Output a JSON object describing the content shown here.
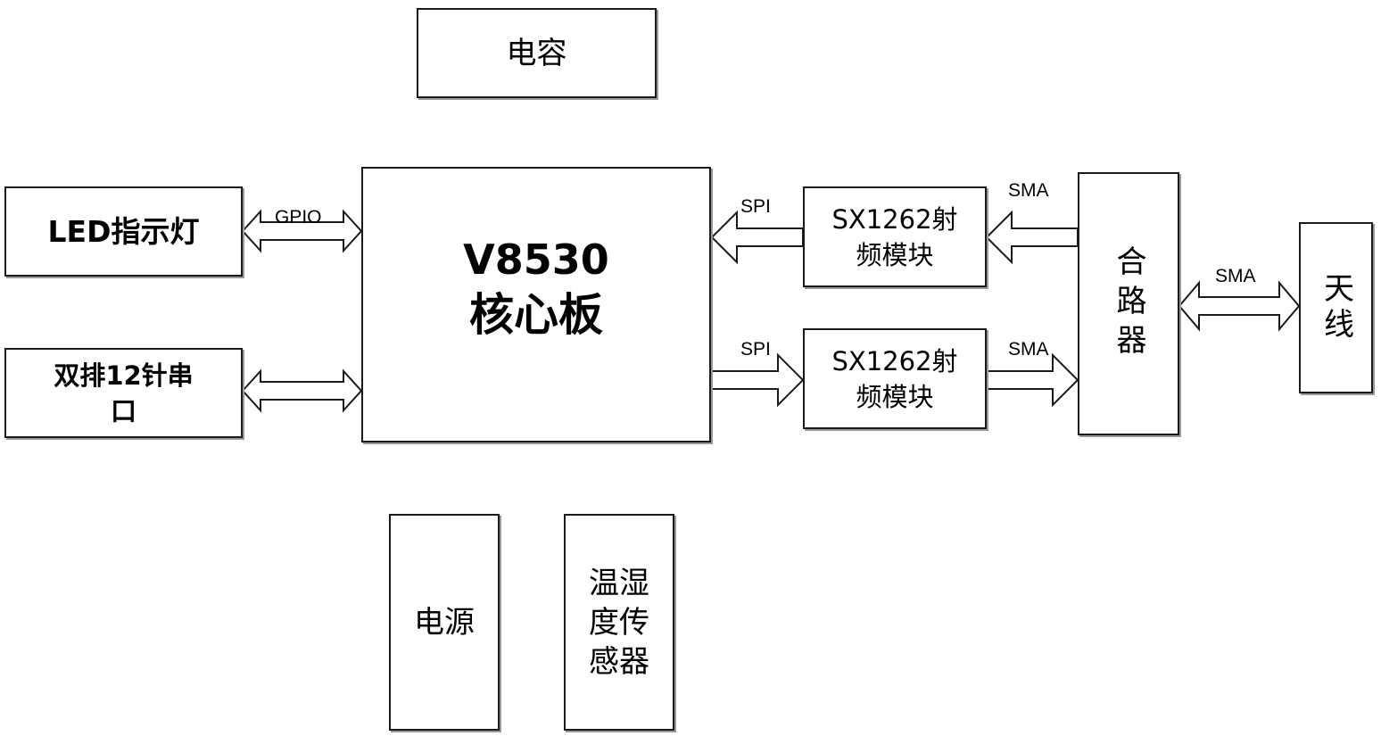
{
  "blocks": {
    "capacitor": "电容",
    "led": "LED指示灯",
    "serial_line1": "双排12针串",
    "serial_line2": "口",
    "core_line1": "V8530",
    "core_line2": "核心板",
    "rf_top_line1": "SX1262射",
    "rf_top_line2": "频模块",
    "rf_bottom_line1": "SX1262射",
    "rf_bottom_line2": "频模块",
    "combiner": "合路器",
    "antenna": "天线",
    "power": "电源",
    "sensor_line1": "温湿",
    "sensor_line2": "度传",
    "sensor_line3": "感器"
  },
  "links": {
    "gpio": "GPIO",
    "spi_top": "SPI",
    "spi_bottom": "SPI",
    "sma_top": "SMA",
    "sma_bottom": "SMA",
    "sma_antenna": "SMA"
  }
}
